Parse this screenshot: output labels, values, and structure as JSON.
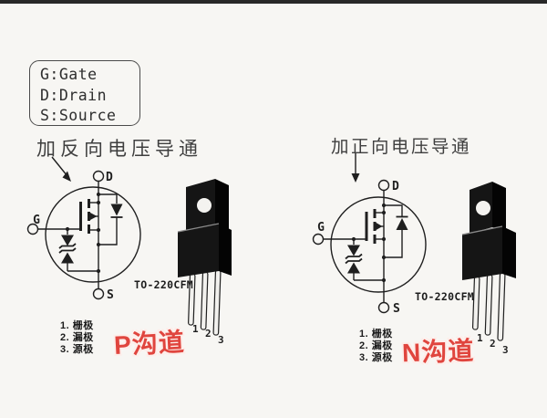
{
  "legend": {
    "lines": [
      "G:Gate",
      "D:Drain",
      "S:Source"
    ]
  },
  "left": {
    "title": "加反向电压导通",
    "terminals": {
      "g": "G",
      "d": "D",
      "s": "S"
    },
    "package_label": "TO-220CFM",
    "pins": [
      "1",
      "2",
      "3"
    ],
    "pin_list": [
      "1. 栅极",
      "2. 漏极",
      "3. 源极"
    ],
    "channel": "P沟道"
  },
  "right": {
    "title": "加正向电压导通",
    "terminals": {
      "g": "G",
      "d": "D",
      "s": "S"
    },
    "package_label": "TO-220CFM",
    "pins": [
      "1",
      "2",
      "3"
    ],
    "pin_list": [
      "1. 栅极",
      "2. 漏极",
      "3. 源极"
    ],
    "channel": "N沟道"
  },
  "colors": {
    "badge_red": "#e0453e",
    "line": "#1f1f1f",
    "background": "#f7f6f3"
  }
}
